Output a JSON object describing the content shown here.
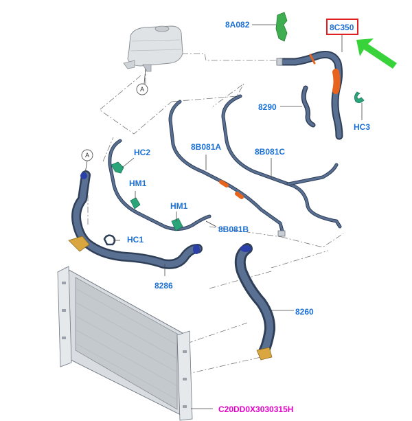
{
  "colors": {
    "label_blue": "#1a6fd6",
    "ref_magenta": "#e600c8",
    "highlight_box": "#e02020",
    "pointer_green": "#38d23a",
    "hose": "#4a5f7e",
    "hose_dark": "#2f3f58",
    "orange_band": "#e8641c",
    "clip_green": "#2aa57a",
    "bracket_green": "#3fae50",
    "clamp_gold": "#d9a640"
  },
  "parts": {
    "p8A082": "8A082",
    "p8C350": "8C350",
    "p8290": "8290",
    "pHC3": "HC3",
    "pHC2": "HC2",
    "p8B081A": "8B081A",
    "p8B081C": "8B081C",
    "pHM1_a": "HM1",
    "pHM1_b": "HM1",
    "pHC1": "HC1",
    "p8B081B": "8B081B",
    "p8286": "8286",
    "p8260": "8260"
  },
  "callouts": {
    "a_top": "A",
    "a_left": "A"
  },
  "reference_code": "C20DD0X3030315H",
  "icons": {
    "pointer": "arrow-left-down-icon",
    "highlight": "red-box-highlight"
  }
}
